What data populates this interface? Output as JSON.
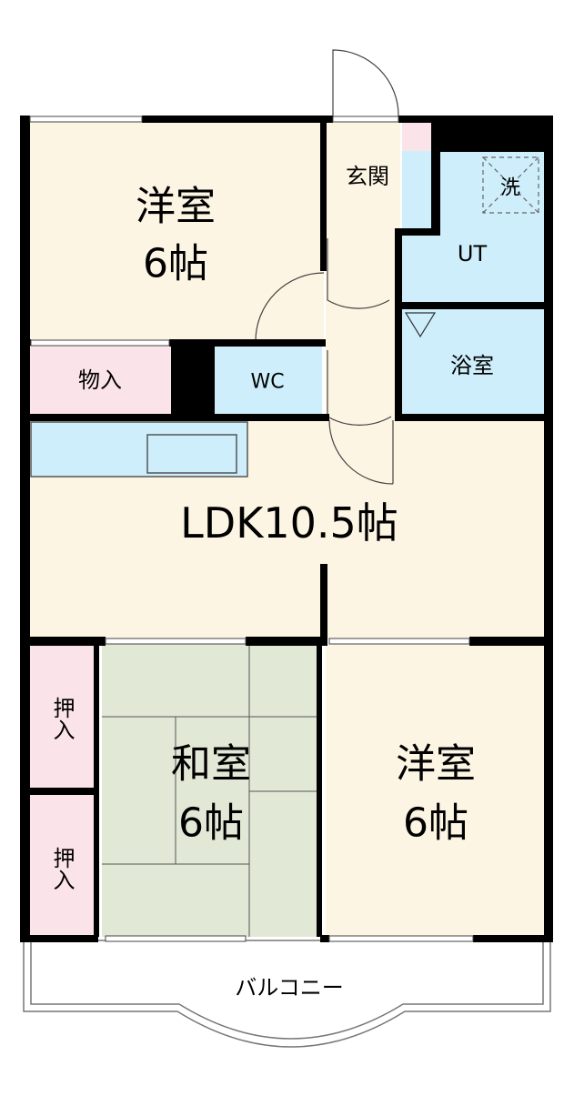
{
  "rooms": {
    "western_north": {
      "name": "洋室",
      "size": "6帖"
    },
    "storage": {
      "name": "物入"
    },
    "wc": {
      "name": "WC"
    },
    "entrance": {
      "name": "玄関"
    },
    "washer": {
      "name": "洗"
    },
    "utility": {
      "name": "UT"
    },
    "bath": {
      "name": "浴室"
    },
    "ldk": {
      "name": "LDK10.5帖"
    },
    "closet_upper": {
      "name": "押入"
    },
    "closet_lower": {
      "name": "押入"
    },
    "japanese": {
      "name": "和室",
      "size": "6帖"
    },
    "western_south": {
      "name": "洋室",
      "size": "6帖"
    },
    "balcony": {
      "name": "バルコニー"
    }
  },
  "colors": {
    "wall": "#000000",
    "floor": "#fdf5e3",
    "storage": "#fbe3ea",
    "water": "#cdeefa",
    "tatami": "#e2e8d6",
    "counter": "#cdeefa",
    "balcony": "#ffffff"
  }
}
